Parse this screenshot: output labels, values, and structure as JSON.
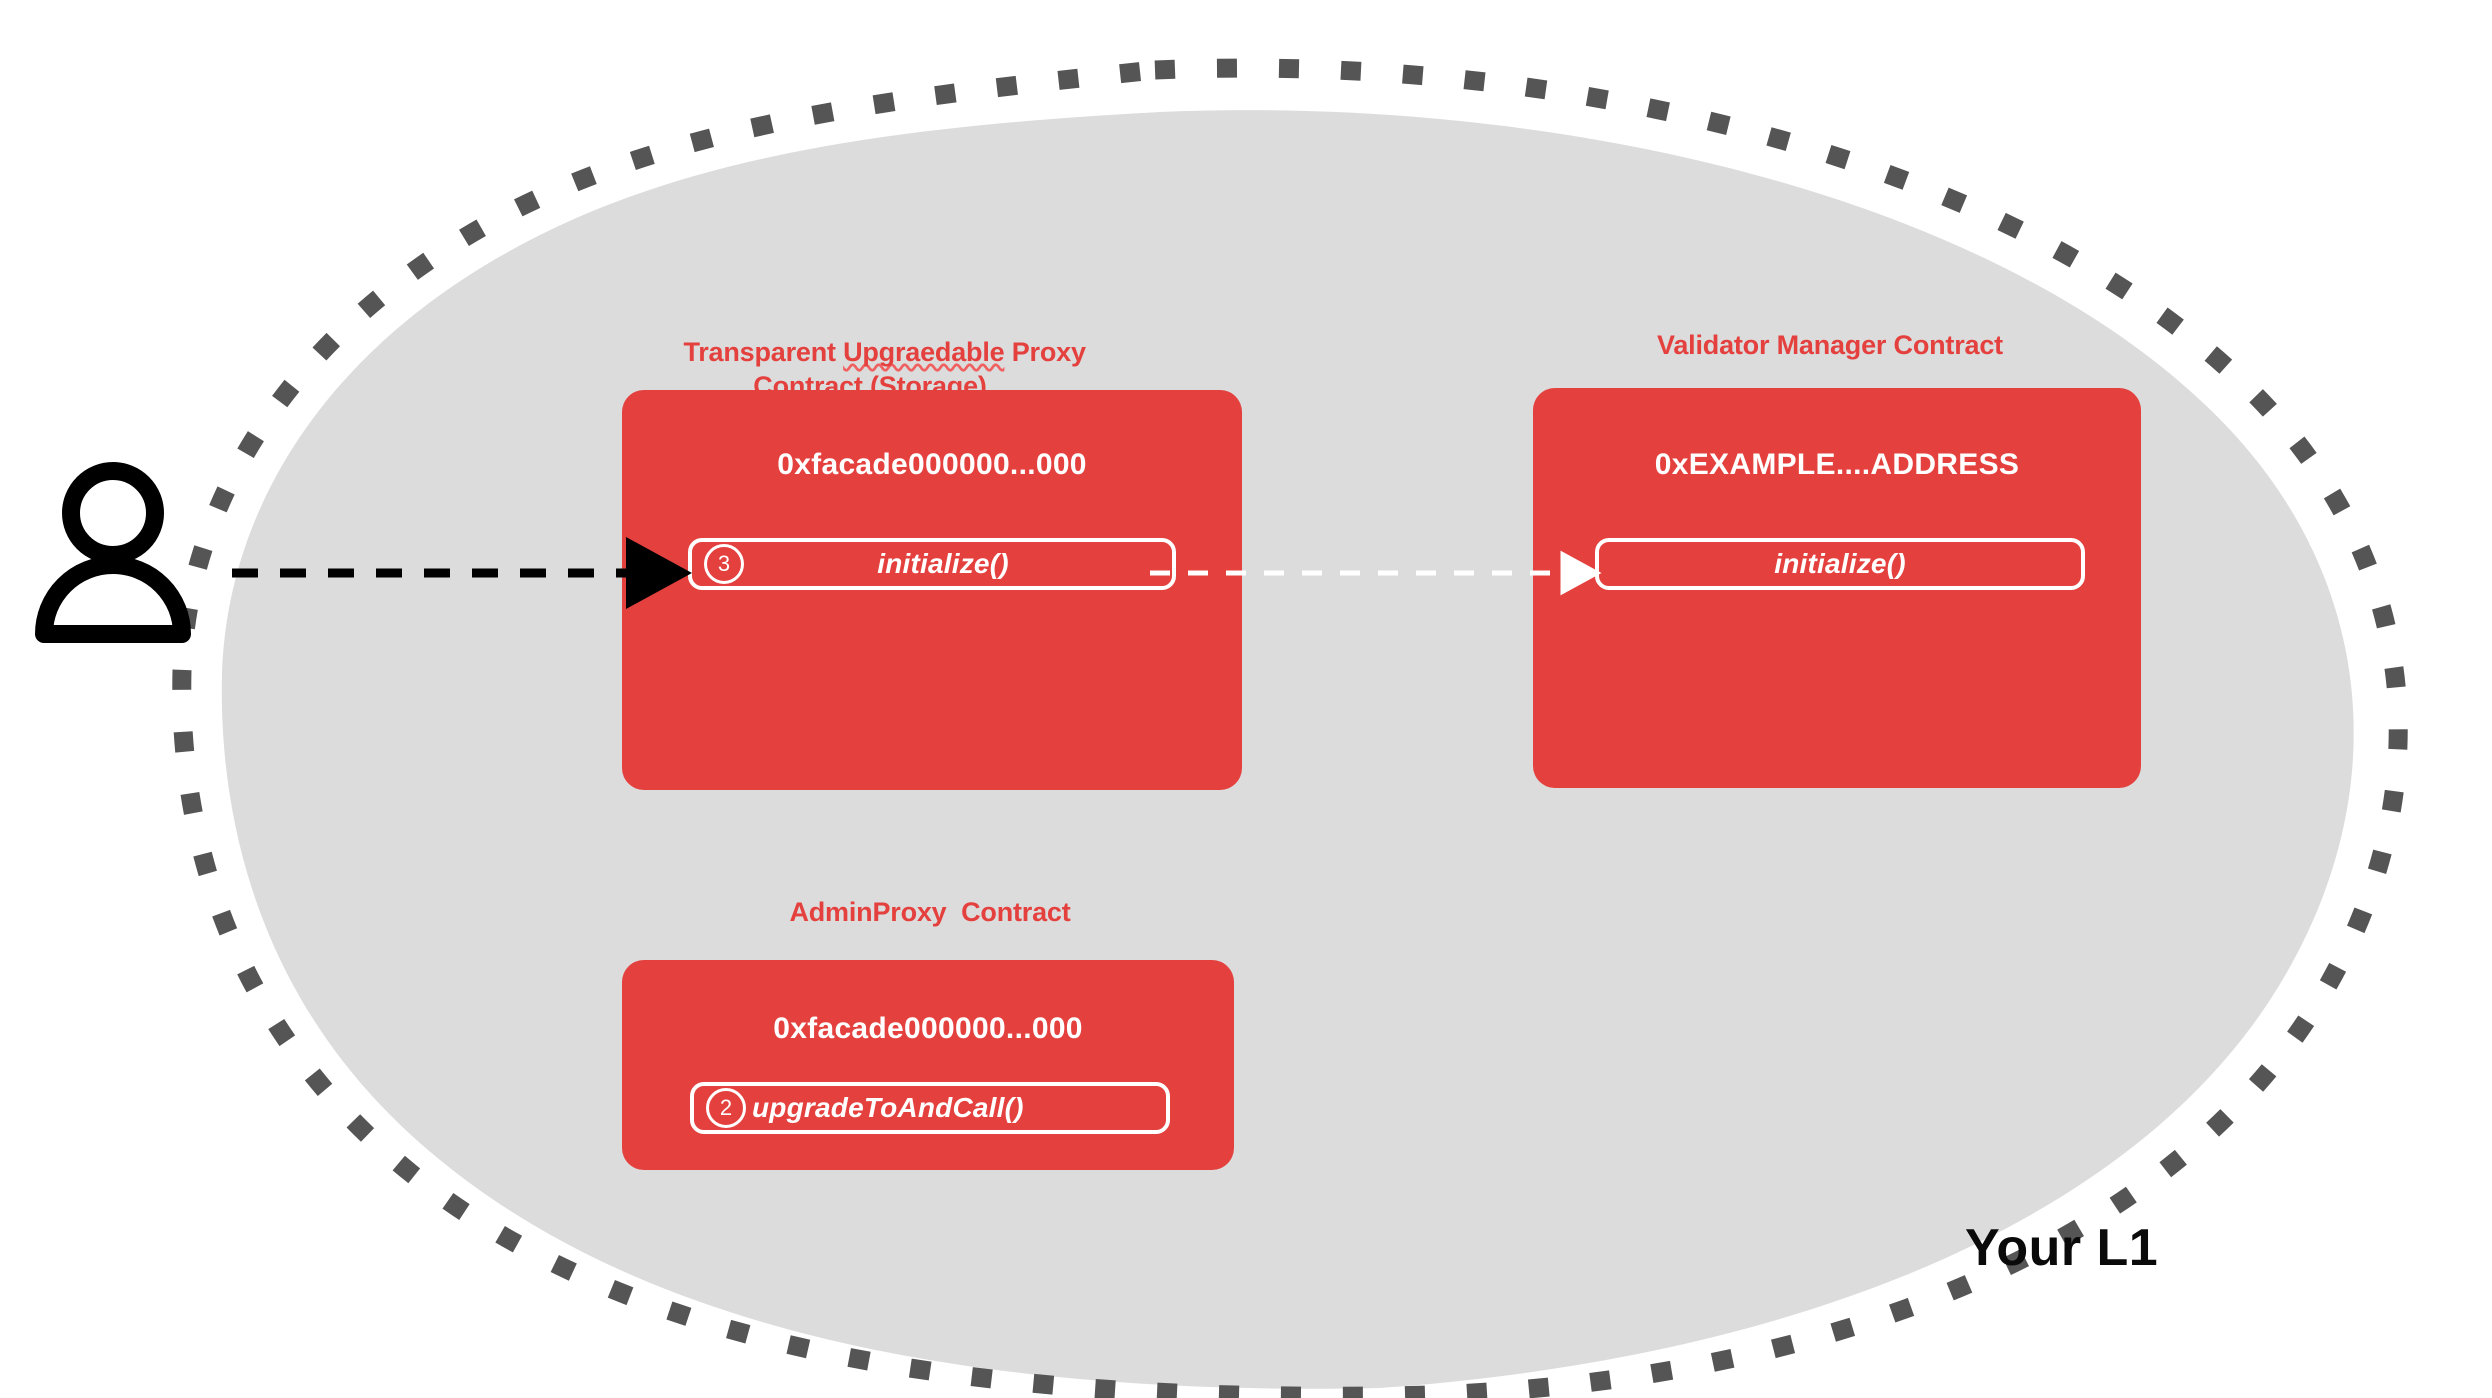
{
  "diagram": {
    "boundary_label": "Your L1",
    "boundary_fill": "#dcdcdc",
    "boundary_stroke": "#555555",
    "accent_red": "#e4403e",
    "actor": {
      "icon": "user-icon",
      "label": ""
    },
    "cards": [
      {
        "id": "transparent-proxy",
        "title_line1_pre": "Transparent ",
        "title_line1_misspelled": "Upgraedable",
        "title_line1_post": " Proxy",
        "title_line2": "Contract (Storage)",
        "title_full": "Transparent Upgraedable Proxy Contract (Storage)",
        "address": "0xfacade000000...000",
        "method": {
          "badge": "3",
          "label": "initialize()"
        }
      },
      {
        "id": "validator-manager",
        "title_full": "Validator Manager Contract",
        "address": "0xEXAMPLE....ADDRESS",
        "method": {
          "badge": "",
          "label": "initialize()"
        }
      },
      {
        "id": "admin-proxy",
        "title_full": "AdminProxy  Contract",
        "address": "0xfacade000000...000",
        "method": {
          "badge": "2",
          "label": "upgradeToAndCall()"
        }
      }
    ],
    "connectors": [
      {
        "id": "user-to-proxy",
        "style": "dashed",
        "color": "#000000",
        "from": "user-icon",
        "to": "transparent-proxy-initialize"
      },
      {
        "id": "proxy-to-validator",
        "style": "dashed",
        "color": "#ffffff",
        "from": "transparent-proxy-initialize",
        "to": "validator-manager-initialize"
      }
    ]
  }
}
